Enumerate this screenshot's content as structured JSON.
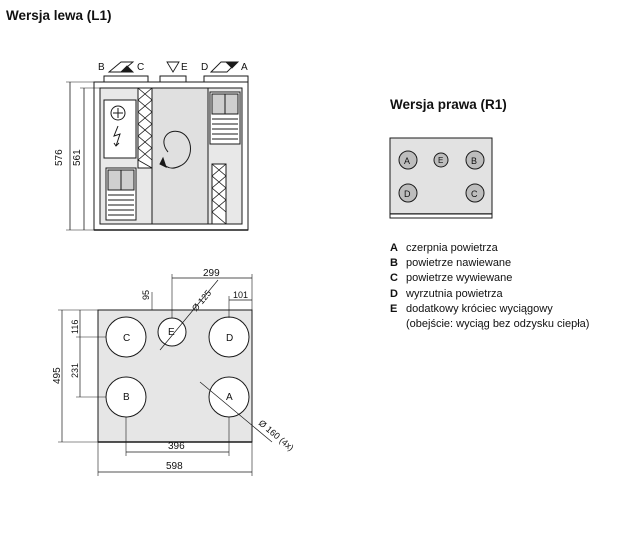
{
  "titles": {
    "left_version": "Wersja lewa (L1)",
    "right_version": "Wersja prawa (R1)"
  },
  "top_view": {
    "port_letters": [
      "B",
      "C",
      "E",
      "D",
      "A"
    ],
    "dim_height_outer": "576",
    "dim_height_inner": "561"
  },
  "bottom_view": {
    "ports": [
      "C",
      "E",
      "D",
      "B",
      "A"
    ],
    "dims": {
      "d299": "299",
      "d95": "95",
      "d125": "Ø 125",
      "d101": "101",
      "d116": "116",
      "d495": "495",
      "d231": "231",
      "d160": "Ø 160 (4x)",
      "d396": "396",
      "d598": "598"
    }
  },
  "right_panel": {
    "ports": [
      "A",
      "E",
      "B",
      "D",
      "C"
    ]
  },
  "legend": [
    {
      "key": "A",
      "text": "czerpnia powietrza"
    },
    {
      "key": "B",
      "text": "powietrze nawiewane"
    },
    {
      "key": "C",
      "text": "powietrze wywiewane"
    },
    {
      "key": "D",
      "text": "wyrzutnia powietrza"
    },
    {
      "key": "E",
      "text": "dodatkowy króciec wyciągowy"
    },
    {
      "key": "",
      "text": "(obejście: wyciąg bez odzysku ciepła)"
    }
  ],
  "colors": {
    "line": "#1a1a1a",
    "panel_fill": "#d9d9d9",
    "port_fill": "#bdbdbd",
    "light_fill": "#e6e6e6"
  }
}
